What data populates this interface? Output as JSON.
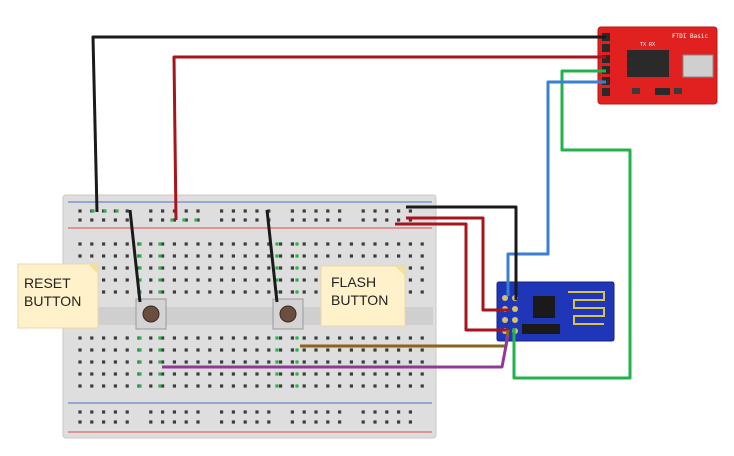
{
  "notes": {
    "reset": {
      "line1": "RESET",
      "line2": "BUTTON"
    },
    "flash": {
      "line1": "FLASH",
      "line2": "BUTTON"
    }
  },
  "ftdi": {
    "title": "FTDI Basic",
    "pins": "TX RX"
  },
  "colors": {
    "black": "#1a1a1a",
    "red": "#a8141b",
    "green": "#22b24c",
    "blue": "#3a7fd0",
    "brown": "#8a6418",
    "purple": "#8f3b95",
    "breadboard": "#dcdcdc",
    "ftdi_board": "#e0211f",
    "esp_board": "#1f36b8",
    "note": "#fff1c9"
  },
  "icons": [
    "breadboard-icon",
    "push-button-icon",
    "ftdi-board-icon",
    "esp8266-module-icon",
    "sticky-note-icon"
  ]
}
